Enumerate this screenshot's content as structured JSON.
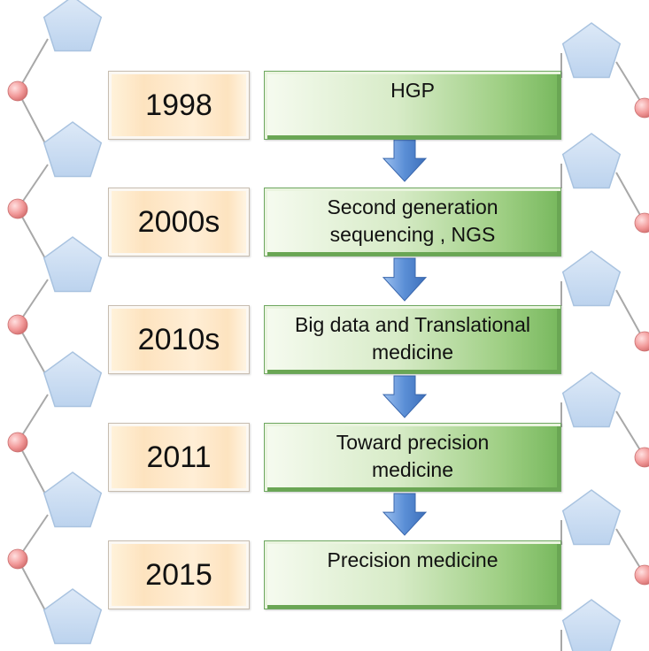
{
  "timeline": [
    {
      "year": "1998",
      "event": "HGP"
    },
    {
      "year": "2000s",
      "event": "Second generation sequencing , NGS"
    },
    {
      "year": "2010s",
      "event": "Big data and Translational medicine"
    },
    {
      "year": "2011",
      "event": "Toward precision medicine"
    },
    {
      "year": "2015",
      "event": "Precision medicine"
    }
  ],
  "colors": {
    "pentagon_fill": "#cfe0f3",
    "pentagon_stroke": "#a9c3e0",
    "node_fill": "#f29a9a",
    "arrow_fill": "#5b8fd6"
  }
}
